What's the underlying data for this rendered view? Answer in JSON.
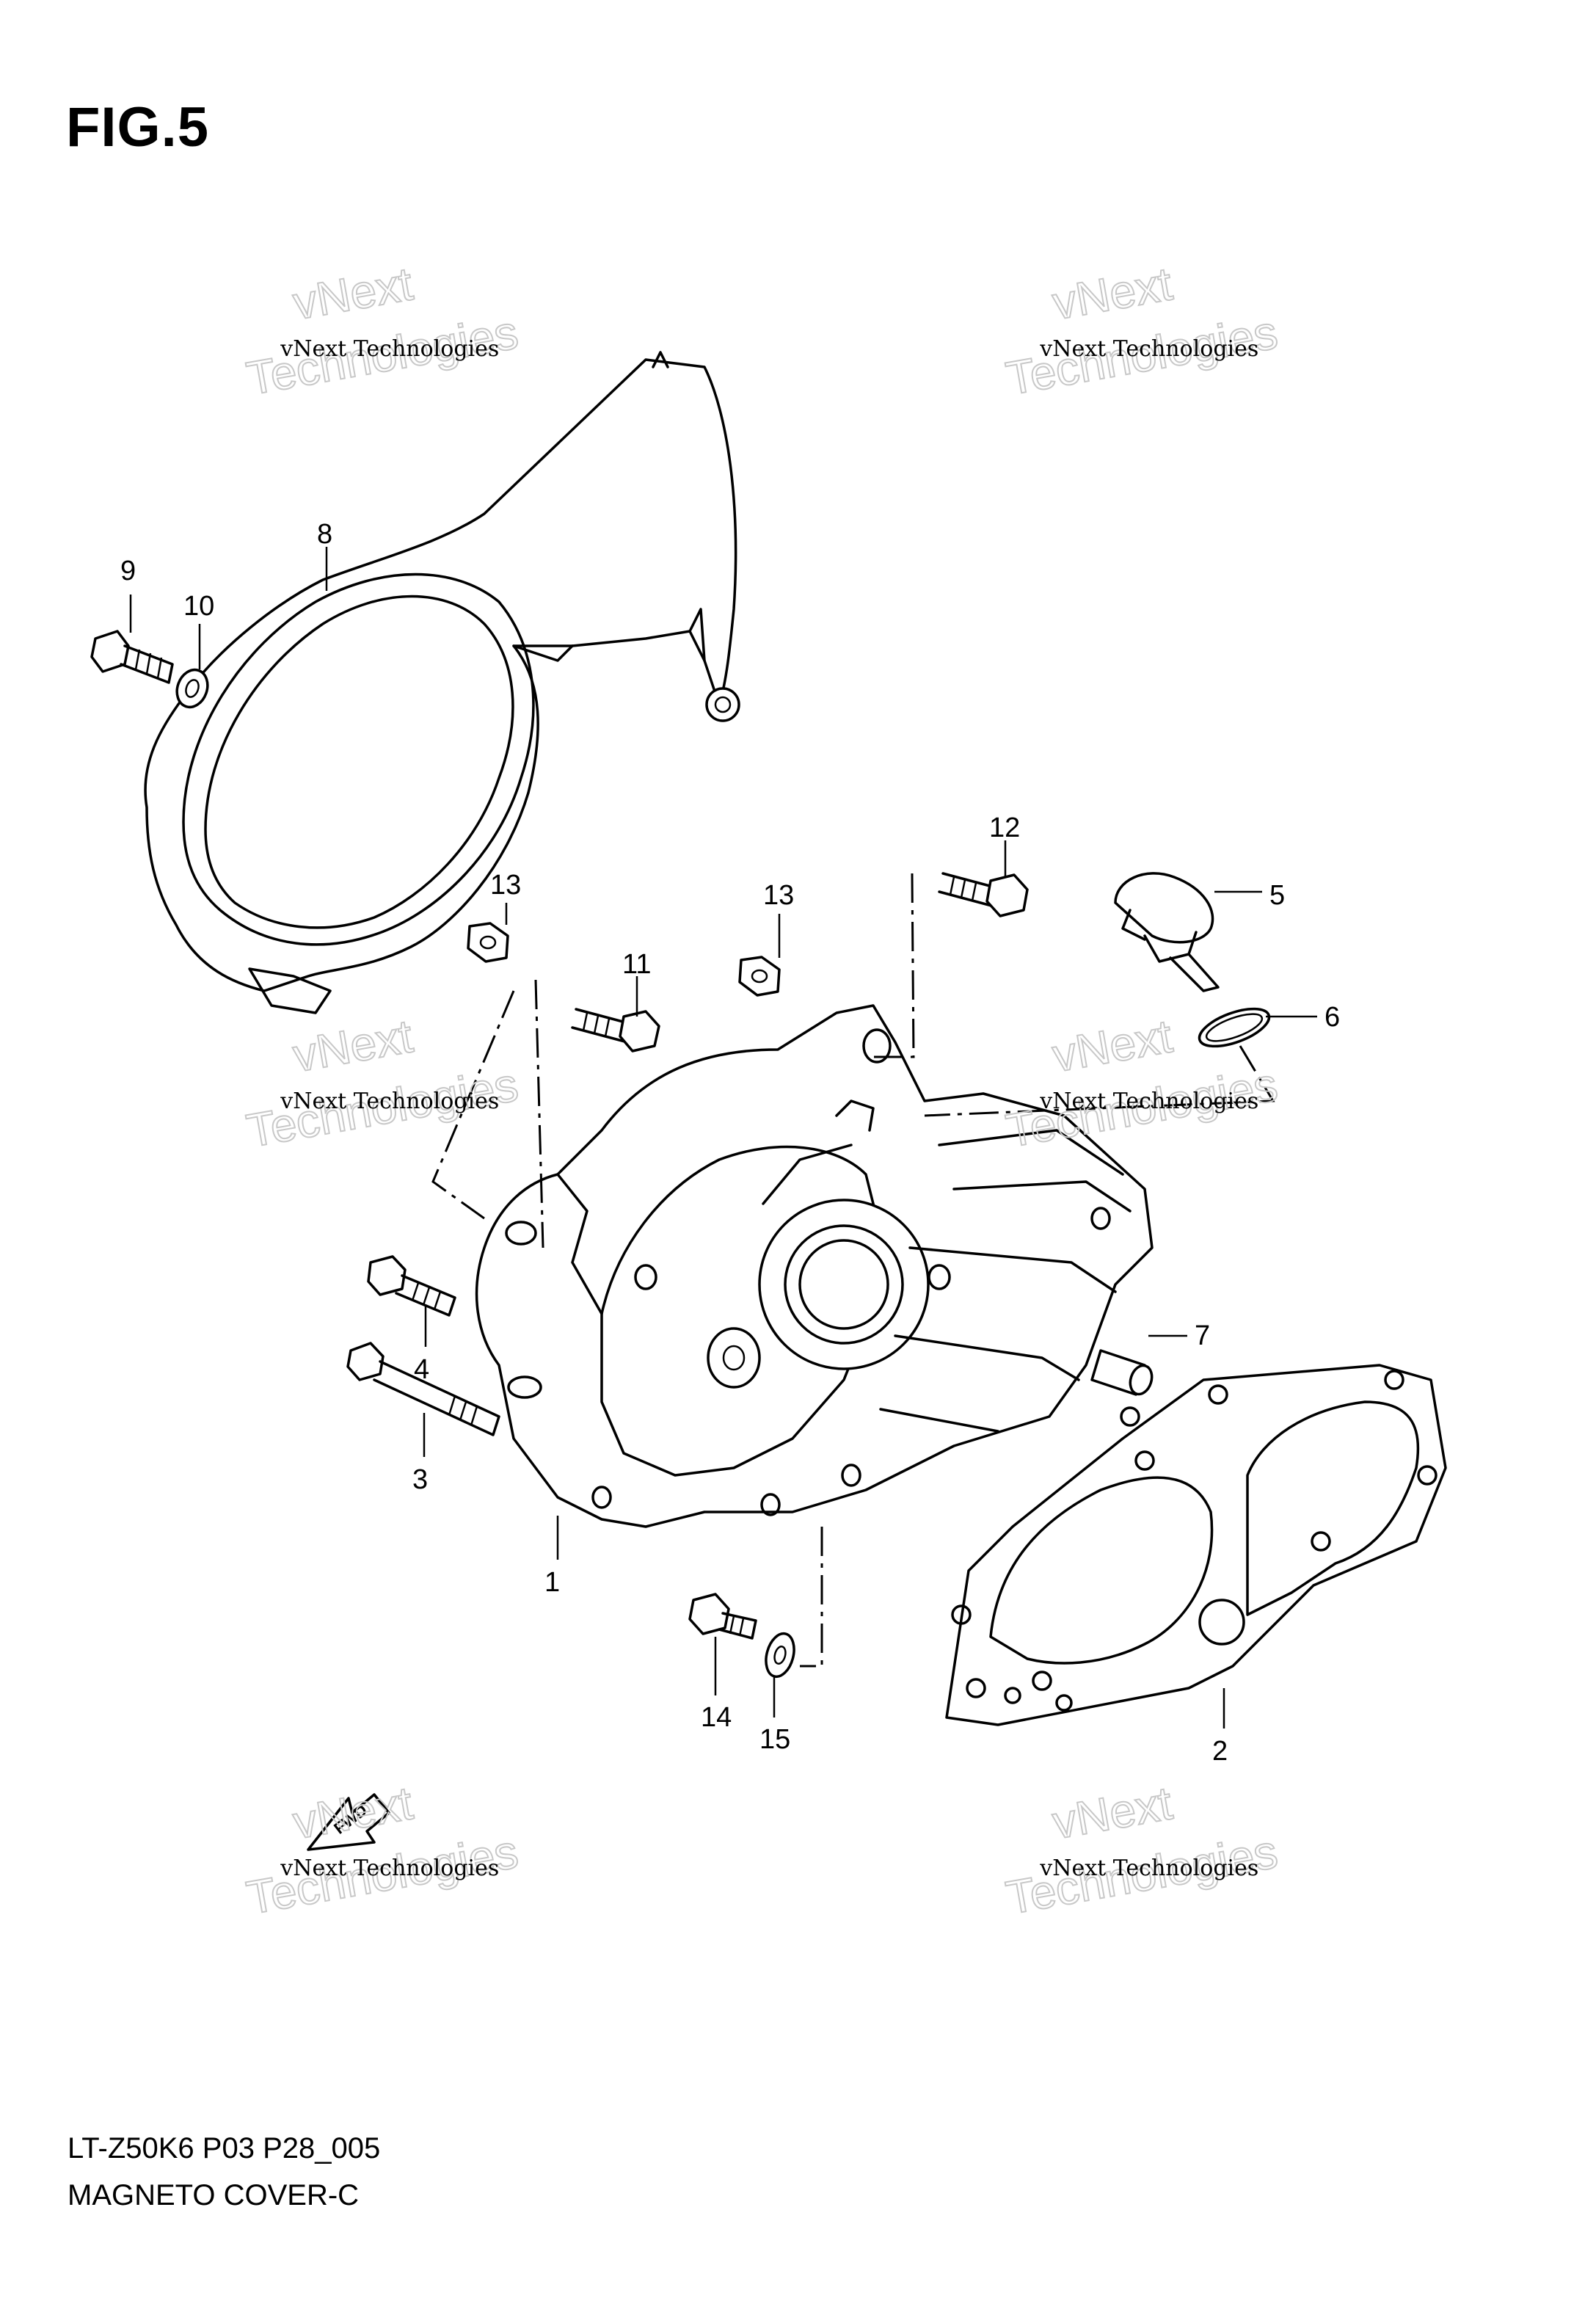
{
  "figure": {
    "title": "FIG.5"
  },
  "footer": {
    "model_code": "LT-Z50K6 P03 P28_005",
    "caption": "MAGNETO COVER-C"
  },
  "callouts": [
    "1",
    "2",
    "3",
    "4",
    "5",
    "6",
    "7",
    "8",
    "9",
    "10",
    "11",
    "12",
    "13",
    "13",
    "14",
    "15"
  ],
  "watermark": {
    "line1": "vNext Technologies",
    "line2": "vNext",
    "line3": "Technologies"
  },
  "fwd_label": "FWD"
}
